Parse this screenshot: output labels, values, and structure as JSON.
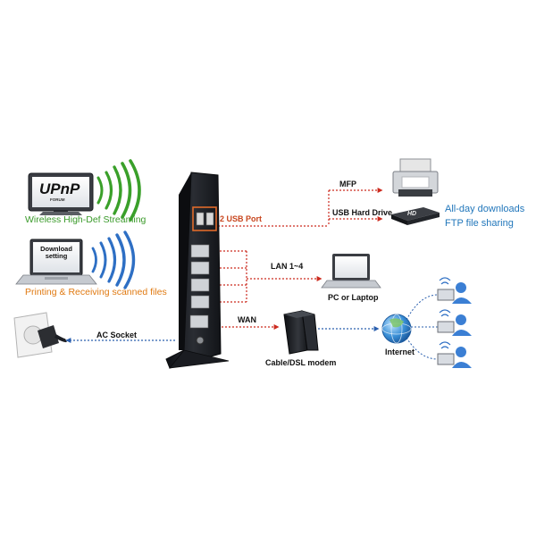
{
  "labels": {
    "usb_port": "2 USB Port",
    "mfp": "MFP",
    "usb_hard_drive": "USB Hard Drive",
    "lan": "LAN 1~4",
    "pc_or_laptop": "PC or Laptop",
    "wan": "WAN",
    "cable_dsl_modem": "Cable/DSL modem",
    "internet": "Internet",
    "ac_socket": "AC Socket"
  },
  "captions": {
    "wireless_streaming": "Wireless High-Def Streaming",
    "printing_scanning": "Printing & Receiving scanned files",
    "all_day_downloads": "All-day downloads",
    "ftp_file_sharing": "FTP file sharing"
  },
  "screens": {
    "upnp_logo": "UPnP",
    "upnp_forum": "FORUM",
    "download_line1": "Download",
    "download_line2": "setting",
    "hd_badge": "HD"
  },
  "colors": {
    "link_red": "#cc2a1e",
    "link_blue": "#2a5fae",
    "usb_highlight": "#e06a2a",
    "wifi_green": "#3aa02a",
    "wifi_blue": "#2e6fc4",
    "router_body": "#1d1f24"
  },
  "icons": [
    "monitor-icon",
    "laptop-icon",
    "wifi-signal-icon",
    "router-icon",
    "printer-icon",
    "hard-drive-icon",
    "modem-icon",
    "globe-icon",
    "user-icon",
    "power-plug-icon"
  ]
}
